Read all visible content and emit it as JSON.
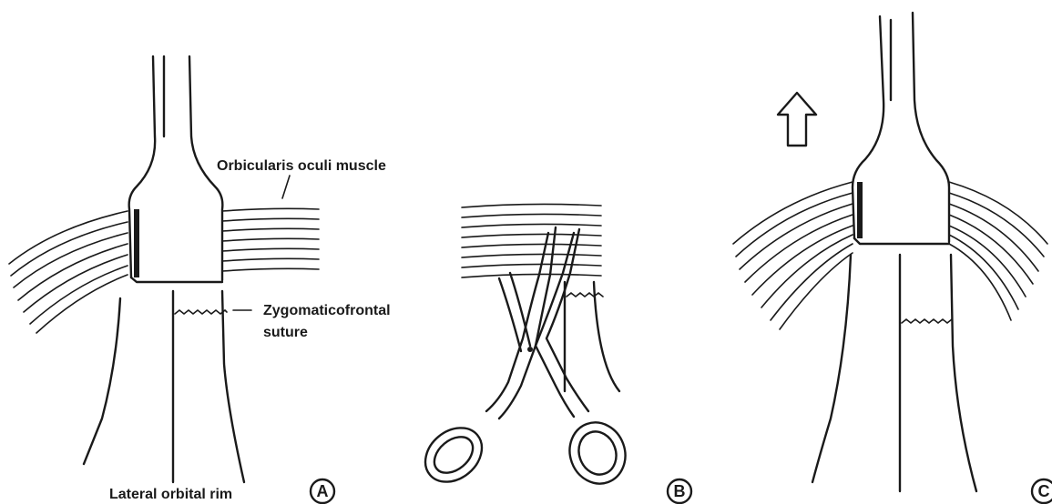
{
  "labels": {
    "orbicularis": "Orbicularis oculi muscle",
    "zygomaticofrontal_line1": "Zygomaticofrontal",
    "zygomaticofrontal_line2": "suture",
    "lateral_orbital_rim": "Lateral orbital rim"
  },
  "panels": [
    {
      "letter": "A"
    },
    {
      "letter": "B"
    },
    {
      "letter": "C"
    }
  ]
}
